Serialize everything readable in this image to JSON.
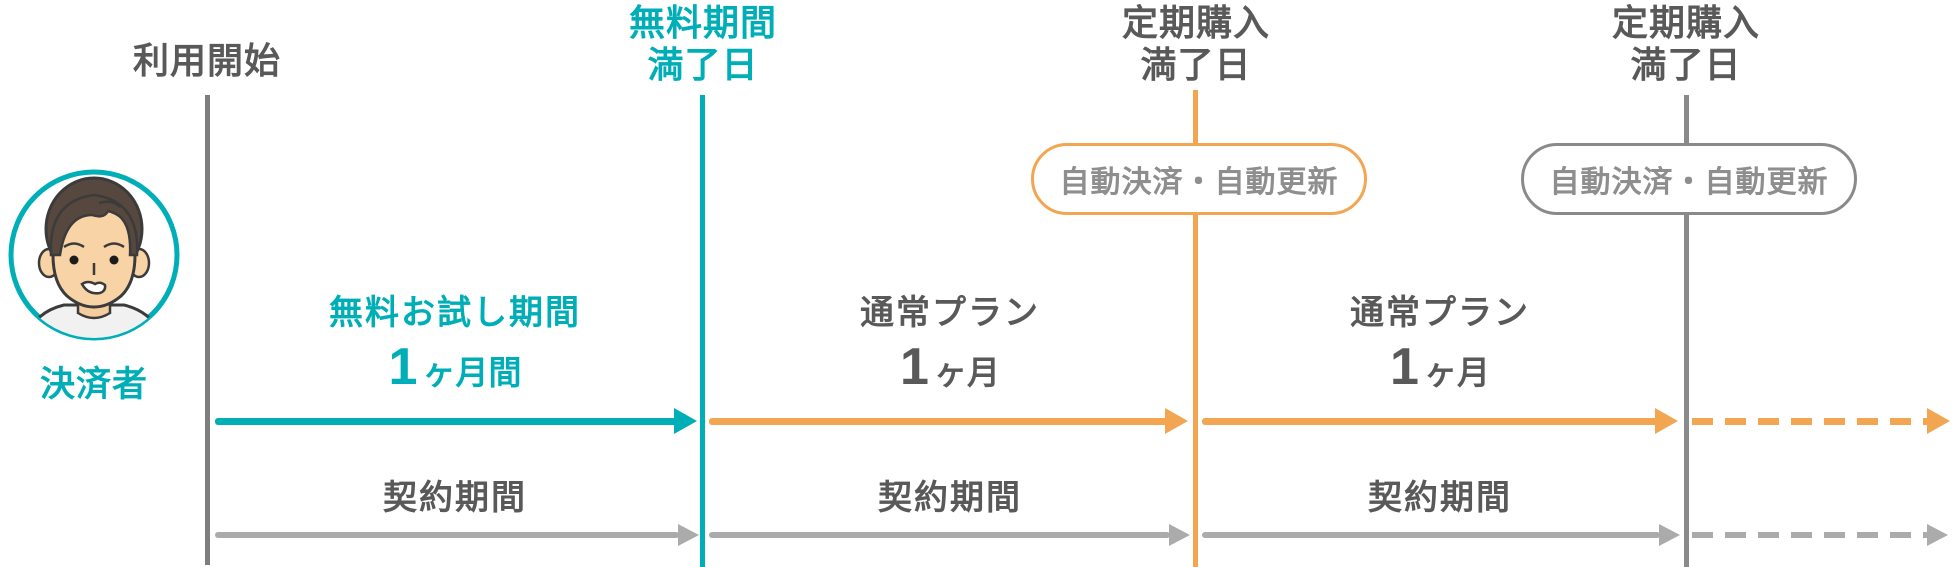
{
  "colors": {
    "teal": "#00AEB7",
    "orange": "#F2A651",
    "gray_line": "#7E7E7E",
    "gray_arrow": "#ABABAB",
    "text_dark": "#595959",
    "text_gray": "#8E8E8E",
    "pill_gray_border": "#8A8A8A"
  },
  "actor": {
    "label": "決済者"
  },
  "milestones": [
    {
      "label_lines": [
        "利用開始"
      ]
    },
    {
      "label_lines": [
        "無料期間",
        "満了日"
      ]
    },
    {
      "label_lines": [
        "定期購入",
        "満了日"
      ],
      "badge": "自動決済・自動更新"
    },
    {
      "label_lines": [
        "定期購入",
        "満了日"
      ],
      "badge": "自動決済・自動更新"
    }
  ],
  "periods": [
    {
      "title": "無料お試し期間",
      "duration_num": "1",
      "duration_unit": "ヶ月間",
      "sub": "契約期間"
    },
    {
      "title": "通常プラン",
      "duration_num": "1",
      "duration_unit": "ヶ月",
      "sub": "契約期間"
    },
    {
      "title": "通常プラン",
      "duration_num": "1",
      "duration_unit": "ヶ月",
      "sub": "契約期間"
    }
  ]
}
